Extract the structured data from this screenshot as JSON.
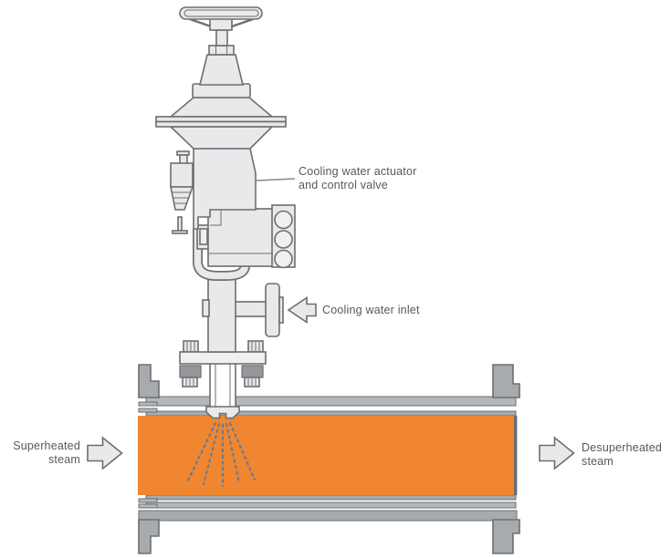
{
  "figure": {
    "labels": {
      "actuator_line1": "Cooling water actuator",
      "actuator_line2": "and control valve",
      "inlet": "Cooling water inlet",
      "inflow_line1": "Superheated",
      "inflow_line2": "steam",
      "outflow_line1": "Desuperheated",
      "outflow_line2": "steam"
    }
  },
  "colors": {
    "background": "#FFFFFF",
    "steam_fill": "#F0862F",
    "part_fill": "#E8E9EA",
    "part_fill_light": "#EFF0F1",
    "outline": "#6D6E71",
    "metal_gray": "#A8ABAE",
    "wall_gray": "#B4B7BB",
    "bolt_gray": "#95979A",
    "spray_blue": "#5F7A9B",
    "leader_gray": "#86888B",
    "text_color": "#57585B"
  }
}
